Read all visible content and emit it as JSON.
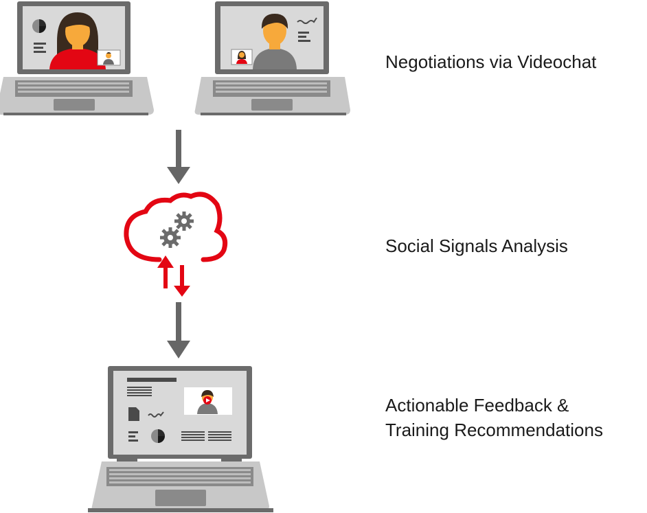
{
  "steps": [
    {
      "label": "Negotiations via Videochat"
    },
    {
      "label": "Social Signals Analysis"
    },
    {
      "label_line1": "Actionable Feedback &",
      "label_line2": "Training Recommendations"
    }
  ],
  "colors": {
    "accent": "#e30613",
    "frame": "#6b6b6b",
    "screen": "#d9d9d9",
    "body": "#c8c8c8",
    "arrow": "#666666",
    "skin": "#f7a93b",
    "hair": "#3a2a1e"
  }
}
